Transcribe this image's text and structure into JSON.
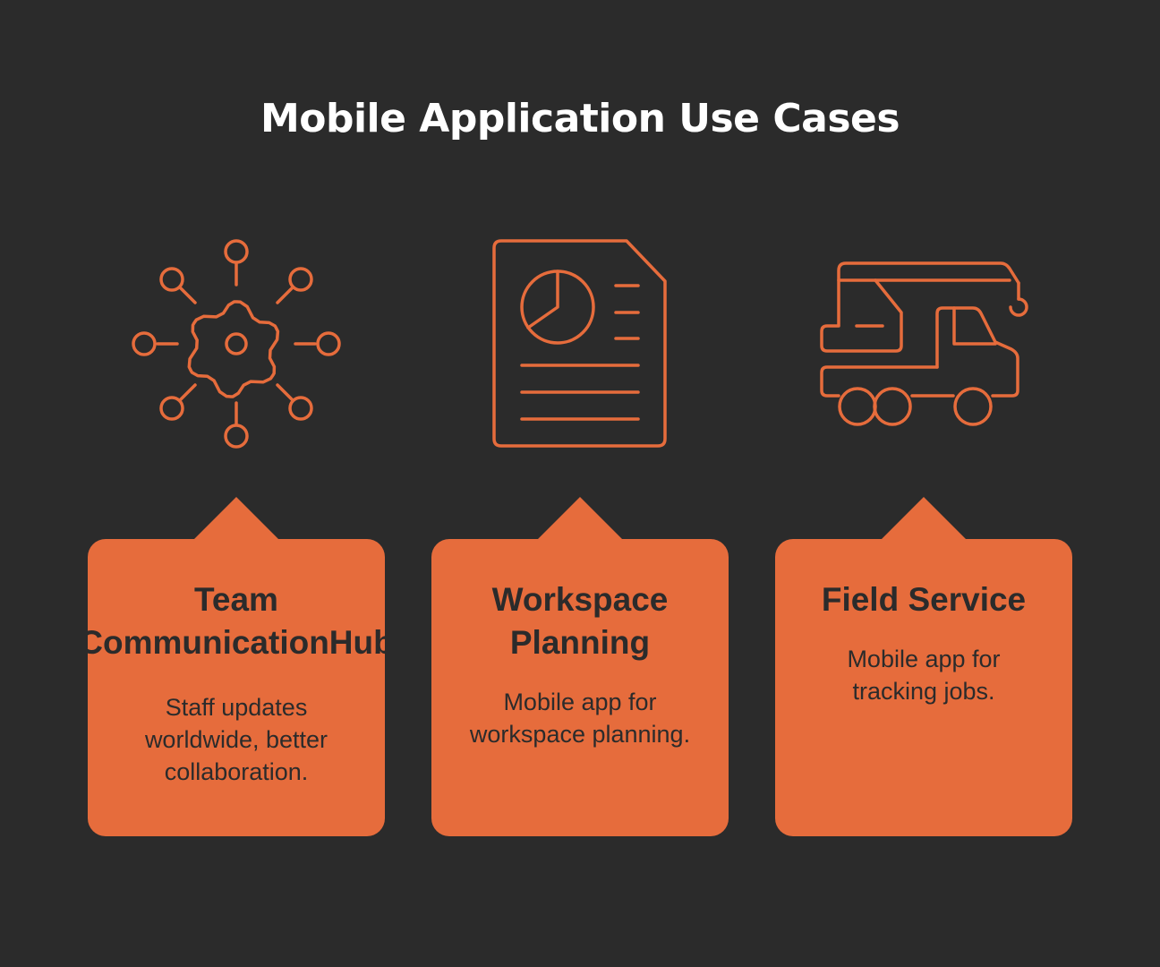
{
  "title": "Mobile Application Use Cases",
  "colors": {
    "background": "#2b2b2b",
    "accent": "#e66c3c",
    "title_text": "#ffffff",
    "card_text": "#2b2b2b"
  },
  "cards": [
    {
      "icon": "network-gear-icon",
      "title_line1": "Team",
      "title_line2": "CommunicationHub",
      "description": "Staff updates worldwide, better collaboration."
    },
    {
      "icon": "report-document-icon",
      "title_line1": "Workspace",
      "title_line2": "Planning",
      "description": "Mobile app for workspace planning."
    },
    {
      "icon": "crane-truck-icon",
      "title_line1": "Field Service",
      "title_line2": "",
      "description": "Mobile app for tracking jobs."
    }
  ]
}
